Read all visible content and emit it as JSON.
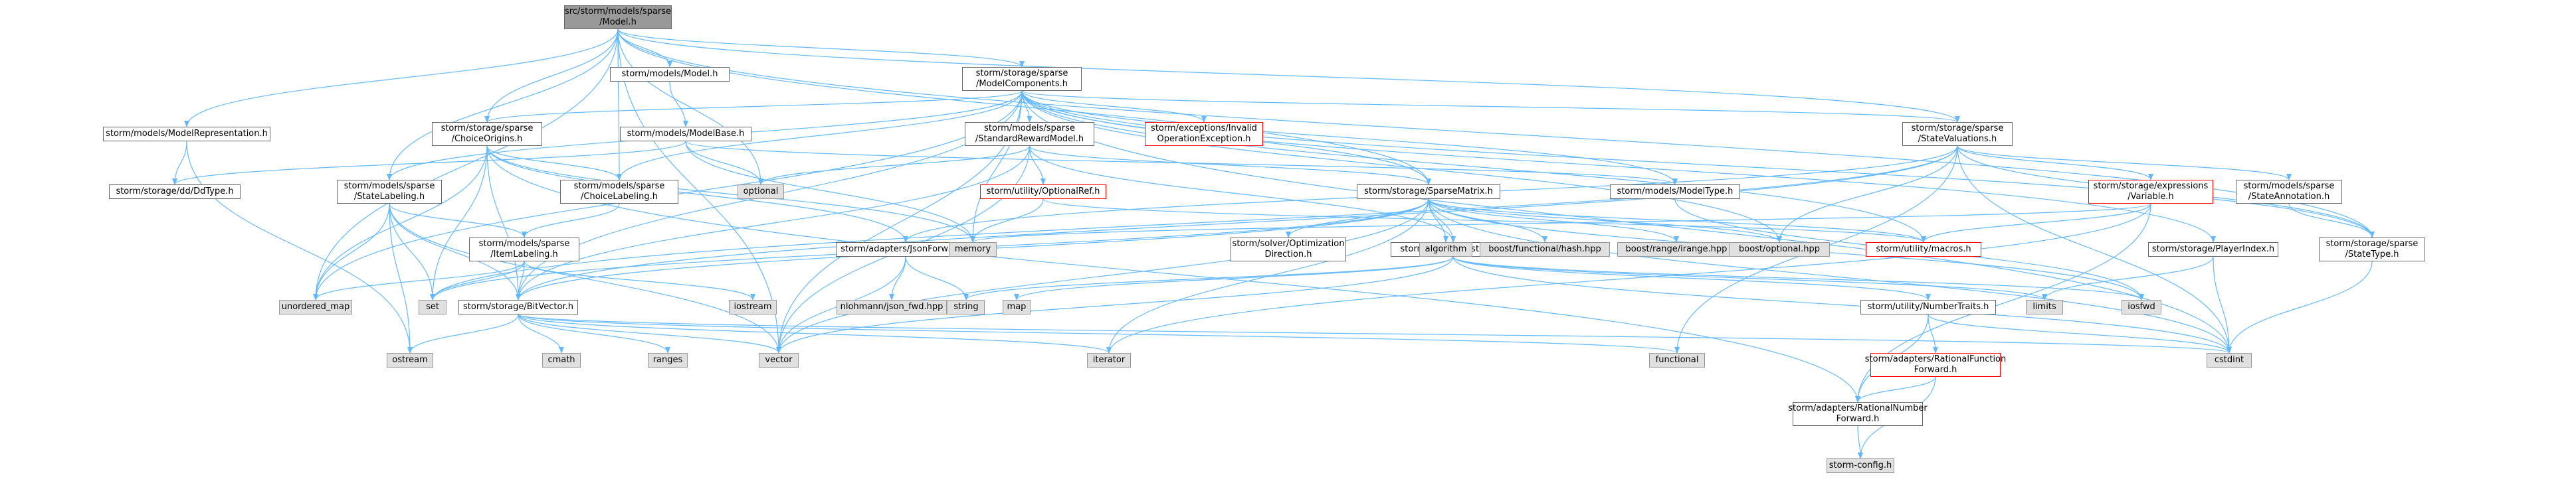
{
  "edge_color": "#63b8ff",
  "colors": {
    "root_fill": "#999999",
    "node_fill": "#ffffff",
    "system_fill": "#e0e0e0",
    "missing_border": "#ff0000",
    "node_border": "#666666"
  },
  "nodes": {
    "model_h": [
      "src/storm/models/sparse",
      "/Model.h"
    ],
    "models_model": [
      "storm/models/Model.h"
    ],
    "model_components": [
      "storm/storage/sparse",
      "/ModelComponents.h"
    ],
    "model_representation": [
      "storm/models/ModelRepresentation.h"
    ],
    "choice_origins": [
      "storm/storage/sparse",
      "/ChoiceOrigins.h"
    ],
    "model_base": [
      "storm/models/ModelBase.h"
    ],
    "std_reward_model": [
      "storm/models/sparse",
      "/StandardRewardModel.h"
    ],
    "invalid_op_exc": [
      "storm/exceptions/Invalid",
      "OperationException.h"
    ],
    "state_valuations": [
      "storm/storage/sparse",
      "/StateValuations.h"
    ],
    "dd_type": [
      "storm/storage/dd/DdType.h"
    ],
    "state_labeling": [
      "storm/models/sparse",
      "/StateLabeling.h"
    ],
    "choice_labeling": [
      "storm/models/sparse",
      "/ChoiceLabeling.h"
    ],
    "optional_ref": [
      "storm/utility/OptionalRef.h"
    ],
    "sparse_matrix": [
      "storm/storage/SparseMatrix.h"
    ],
    "model_type": [
      "storm/models/ModelType.h"
    ],
    "expr_variable": [
      "storm/storage/expressions",
      "/Variable.h"
    ],
    "state_annotation": [
      "storm/models/sparse",
      "/StateAnnotation.h"
    ],
    "item_labeling": [
      "storm/models/sparse",
      "/ItemLabeling.h"
    ],
    "json_forward": [
      "storm/adapters/JsonForward.h"
    ],
    "solver_opt_dir": [
      "storm/solver/Optimization",
      "Direction.h"
    ],
    "utility_constants": [
      "storm/utility/constants.h"
    ],
    "utility_macros": [
      "storm/utility/macros.h"
    ],
    "player_index": [
      "storm/storage/PlayerIndex.h"
    ],
    "state_type": [
      "storm/storage/sparse",
      "/StateType.h"
    ],
    "bit_vector": [
      "storm/storage/BitVector.h"
    ],
    "number_traits": [
      "storm/utility/NumberTraits.h"
    ],
    "rational_function_fwd": [
      "storm/adapters/RationalFunction",
      "Forward.h"
    ],
    "rational_number_fwd": [
      "storm/adapters/RationalNumber",
      "Forward.h"
    ],
    "storm_config": [
      "storm-config.h"
    ],
    "optional": [
      "optional"
    ],
    "memory": [
      "memory"
    ],
    "algorithm": [
      "algorithm"
    ],
    "boost_hash": [
      "boost/functional/hash.hpp"
    ],
    "boost_irange": [
      "boost/range/irange.hpp"
    ],
    "boost_optional": [
      "boost/optional.hpp"
    ],
    "unordered_map": [
      "unordered_map"
    ],
    "set": [
      "set"
    ],
    "nlohmann": [
      "nlohmann/json_fwd.hpp"
    ],
    "string": [
      "string"
    ],
    "map": [
      "map"
    ],
    "iostream": [
      "iostream"
    ],
    "limits": [
      "limits"
    ],
    "iosfwd": [
      "iosfwd"
    ],
    "ostream": [
      "ostream"
    ],
    "cmath": [
      "cmath"
    ],
    "ranges": [
      "ranges"
    ],
    "vector": [
      "vector"
    ],
    "iterator": [
      "iterator"
    ],
    "functional": [
      "functional"
    ],
    "cstdint": [
      "cstdint"
    ]
  }
}
